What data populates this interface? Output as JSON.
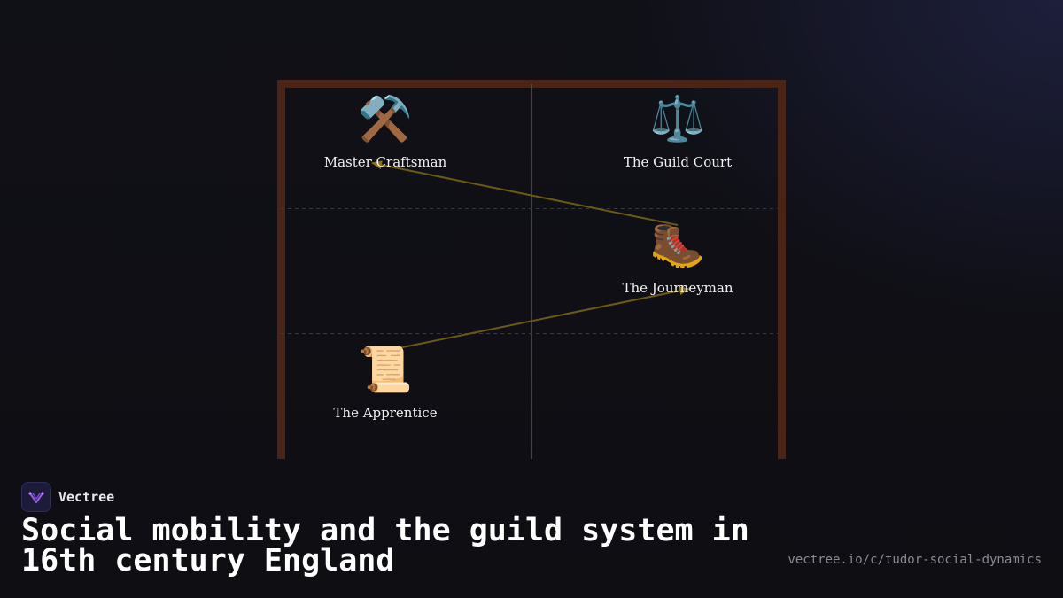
{
  "diagram": {
    "nodes": [
      {
        "id": "master",
        "emoji": "⚒️",
        "icon": "hammer-and-pick-icon",
        "label": "Master Craftsman"
      },
      {
        "id": "court",
        "emoji": "⚖️",
        "icon": "balance-scale-icon",
        "label": "The Guild Court"
      },
      {
        "id": "journeyman",
        "emoji": "🥾",
        "icon": "hiking-boot-icon",
        "label": "The Journeyman"
      },
      {
        "id": "apprentice",
        "emoji": "📜",
        "icon": "scroll-icon",
        "label": "The Apprentice"
      }
    ],
    "edges": [
      {
        "from": "apprentice",
        "to": "journeyman"
      },
      {
        "from": "journeyman",
        "to": "master"
      }
    ],
    "colors": {
      "frame": "#4a2416",
      "arrow": "#6b5a14",
      "arrowhead": "#8a7418",
      "divider": "#555555",
      "dashed": "#3a3a3a"
    }
  },
  "brand": {
    "name": "Vectree",
    "logo_icon": "vectree-logo-icon"
  },
  "title": "Social mobility and the guild system in 16th century England",
  "url": "vectree.io/c/tudor-social-dynamics"
}
